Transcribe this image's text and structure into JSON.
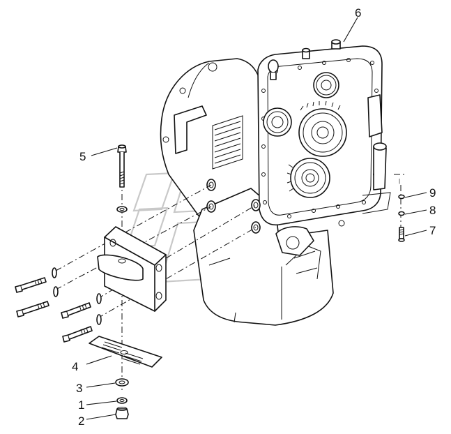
{
  "callouts": [
    {
      "id": "1",
      "label": "1"
    },
    {
      "id": "2",
      "label": "2"
    },
    {
      "id": "3",
      "label": "3"
    },
    {
      "id": "4",
      "label": "4"
    },
    {
      "id": "5",
      "label": "5"
    },
    {
      "id": "6",
      "label": "6"
    },
    {
      "id": "7",
      "label": "7"
    },
    {
      "id": "8",
      "label": "8"
    },
    {
      "id": "9",
      "label": "9"
    }
  ],
  "colors": {
    "line": "#111111",
    "background": "#ffffff",
    "watermark": "#c8c8c8"
  }
}
